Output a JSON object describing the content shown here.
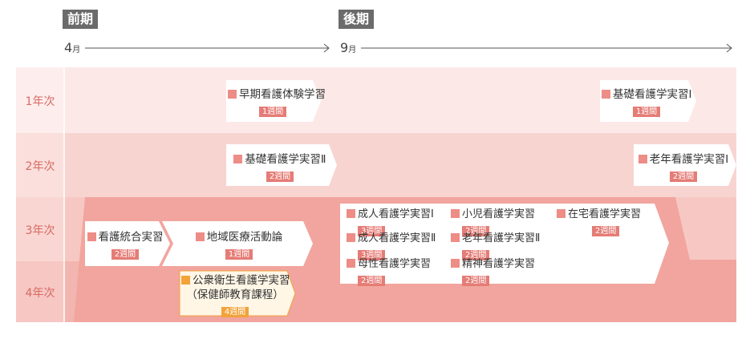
{
  "terms": {
    "first": "前期",
    "second": "後期"
  },
  "months": [
    {
      "num": "4",
      "unit": "月"
    },
    {
      "num": "9",
      "unit": "月"
    }
  ],
  "rows": [
    "1年次",
    "2年次",
    "3年次",
    "4年次"
  ],
  "colors": {
    "row1": "#fce9e7",
    "row2": "#f8d4d0",
    "row3": "#f3b5af",
    "row4": "#f1a59e",
    "accent": "#ee8c86",
    "orange": "#f2a33a"
  },
  "items": {
    "soki": {
      "name": "早期看護体験学習",
      "weeks": "1週間"
    },
    "kiso1": {
      "name": "基礎看護学実習Ⅰ",
      "weeks": "1週間"
    },
    "kiso2": {
      "name": "基礎看護学実習Ⅱ",
      "weeks": "2週間"
    },
    "ronen1": {
      "name": "老年看護学実習Ⅰ",
      "weeks": "2週間"
    },
    "togo": {
      "name": "看護統合実習",
      "weeks": "2週間"
    },
    "chiiki": {
      "name": "地域医療活動論",
      "weeks": "1週間"
    },
    "koshu": {
      "name": "公衆衛生看護学実習",
      "sub": "（保健師教育課程）",
      "weeks": "4週間"
    },
    "seijin1": {
      "name": "成人看護学実習Ⅰ",
      "weeks": "3週間"
    },
    "seijin2": {
      "name": "成人看護学実習Ⅱ",
      "weeks": "3週間"
    },
    "bosei": {
      "name": "母性看護学実習",
      "weeks": "2週間"
    },
    "shoni": {
      "name": "小児看護学実習",
      "weeks": "2週間"
    },
    "ronen2": {
      "name": "老年看護学実習Ⅱ",
      "weeks": "2週間"
    },
    "seishin": {
      "name": "精神看護学実習",
      "weeks": "2週間"
    },
    "zaitaku": {
      "name": "在宅看護学実習",
      "weeks": "2週間"
    }
  }
}
